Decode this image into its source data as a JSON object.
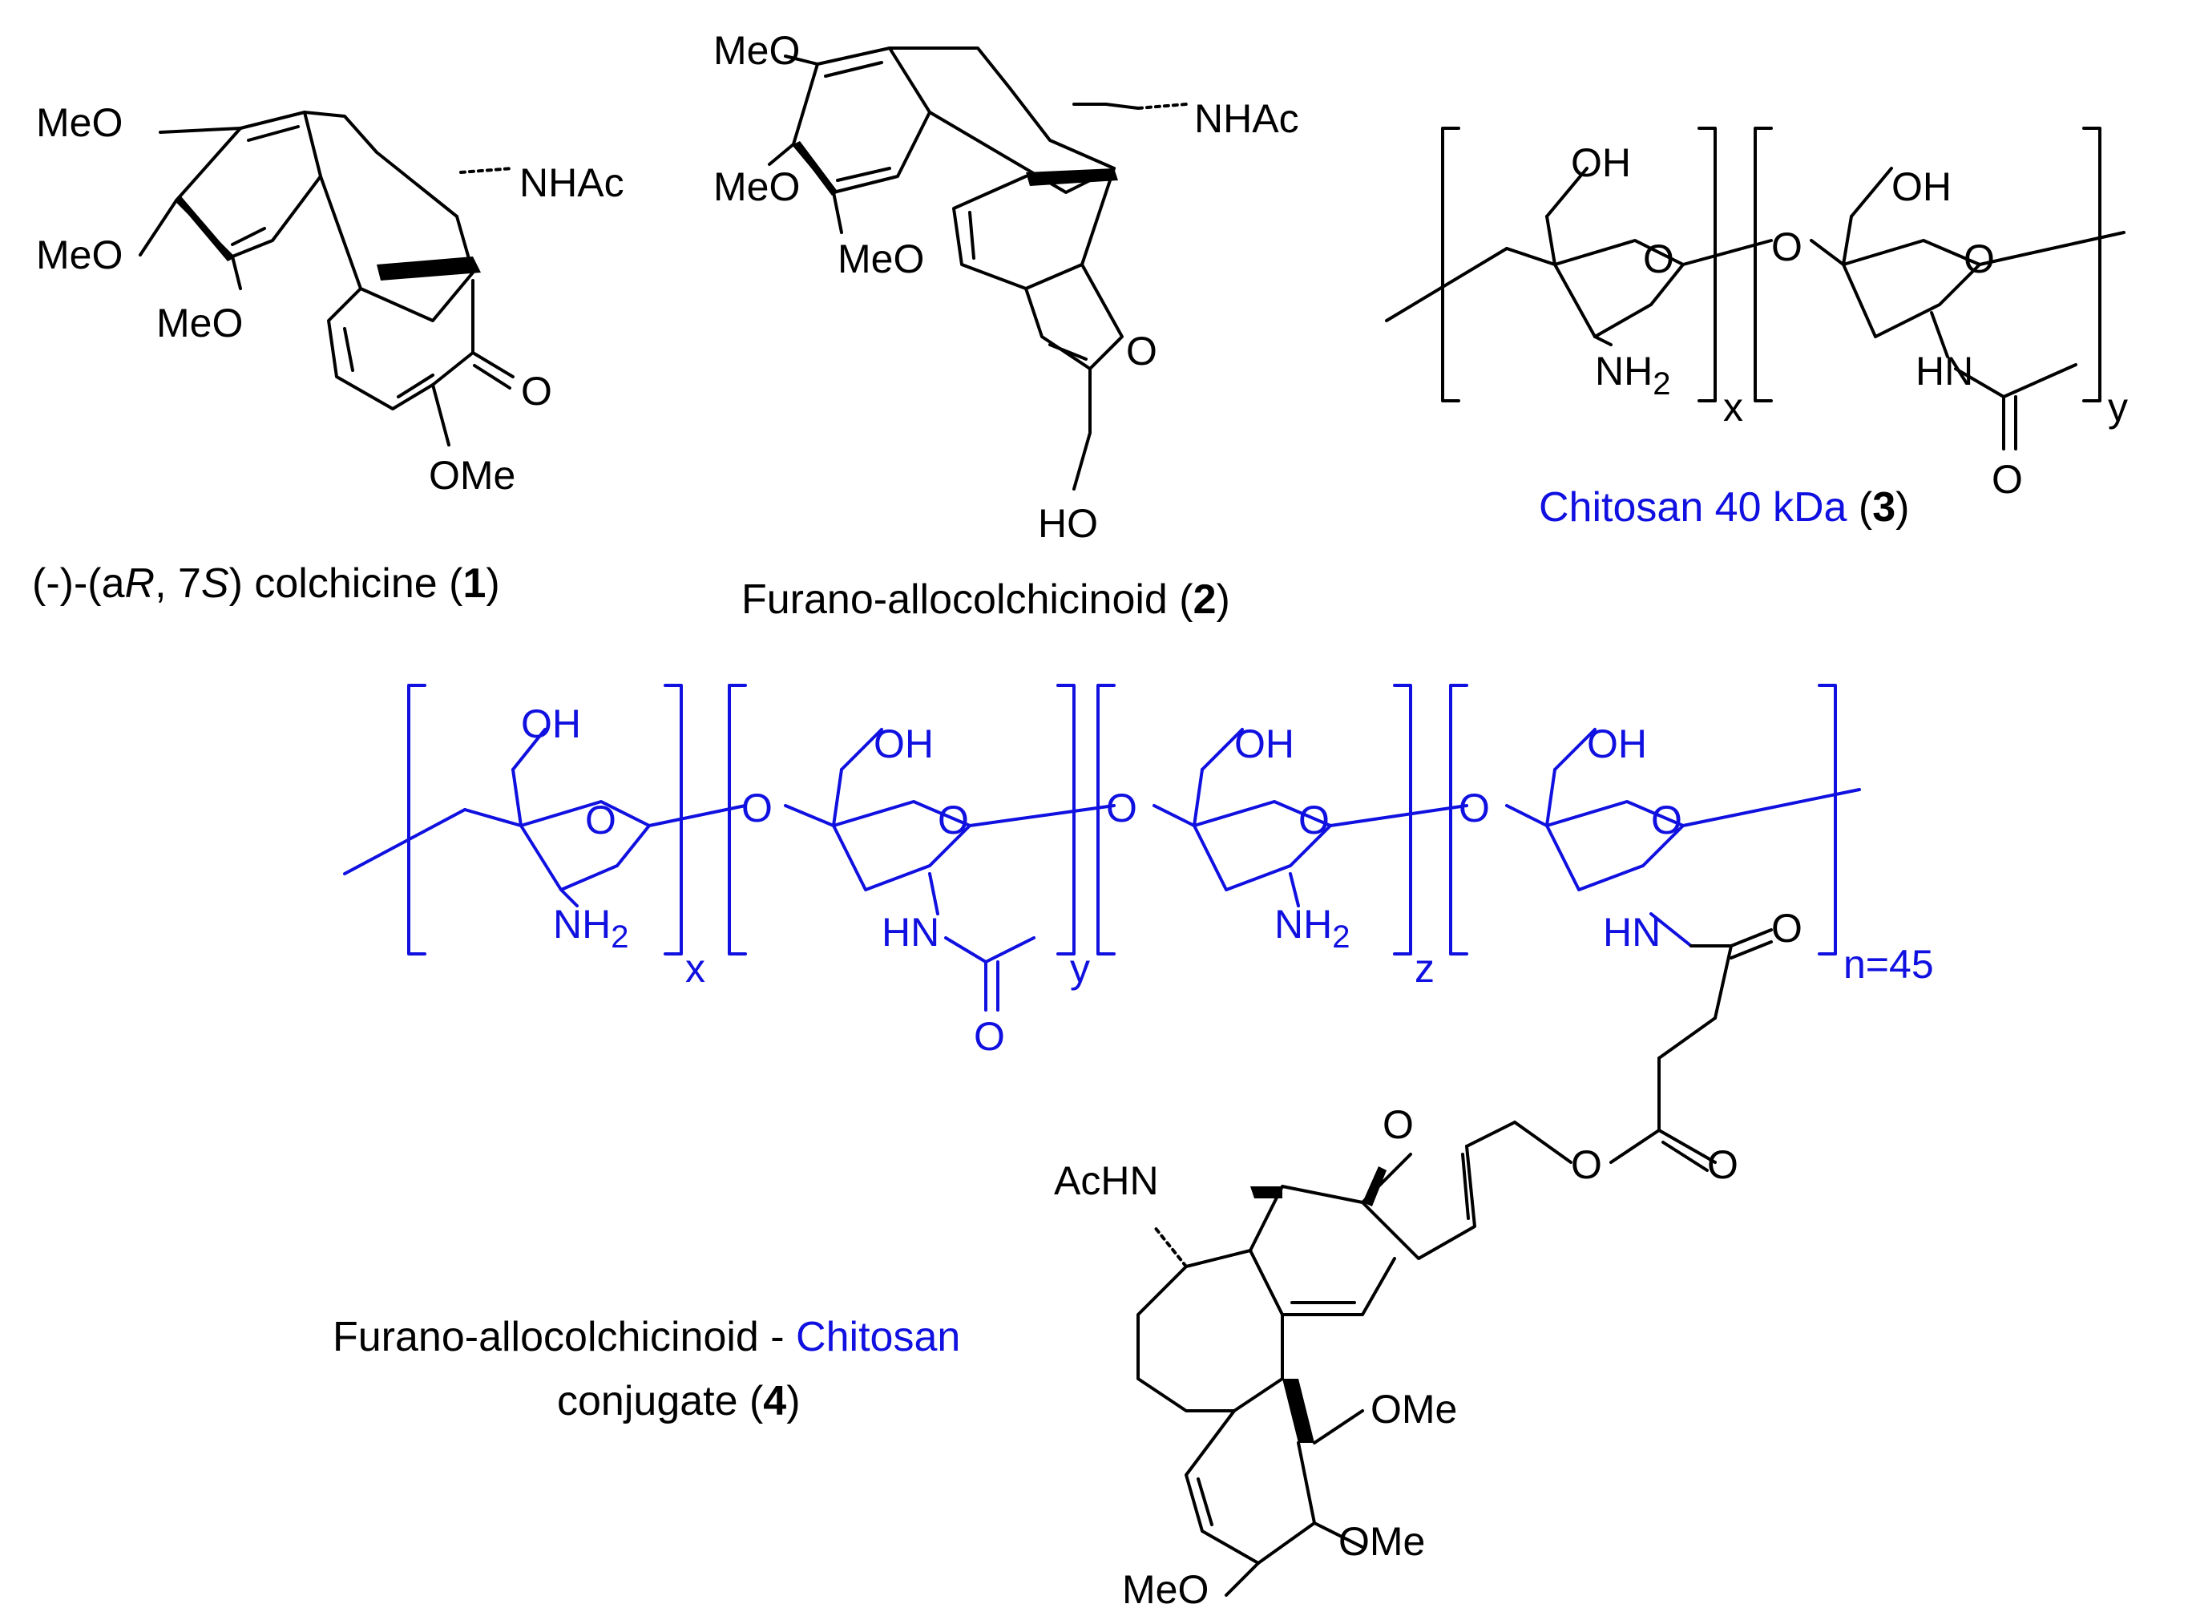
{
  "colors": {
    "ink": "#000000",
    "chitosan_blue": "#1010e0"
  },
  "atoms": {
    "meo": "MeO",
    "ome": "OMe",
    "nhac": "NHAc",
    "achn": "AcHN",
    "o": "O",
    "oh": "OH",
    "ho": "HO",
    "nh2": "NH",
    "sub2": "2",
    "hn": "HN",
    "x": "x",
    "y": "y",
    "z": "z",
    "n45": "n=45"
  },
  "captions": {
    "c1_a": "(-)-(a",
    "c1_r": "R",
    "c1_b": ", 7",
    "c1_s": "S",
    "c1_c": ") colchicine (",
    "c1_num": "1",
    "c1_end": ")",
    "c2_text": "Furano-allocolchicinoid (",
    "c2_num": "2",
    "c2_end": ")",
    "c3_text": "Chitosan 40 kDa",
    "c3_open": " (",
    "c3_num": "3",
    "c3_end": ")",
    "c4_line1_a": "Furano-allocolchicinoid - ",
    "c4_line1_b": "Chitosan",
    "c4_line2_a": "conjugate (",
    "c4_num": "4",
    "c4_end": ")"
  }
}
